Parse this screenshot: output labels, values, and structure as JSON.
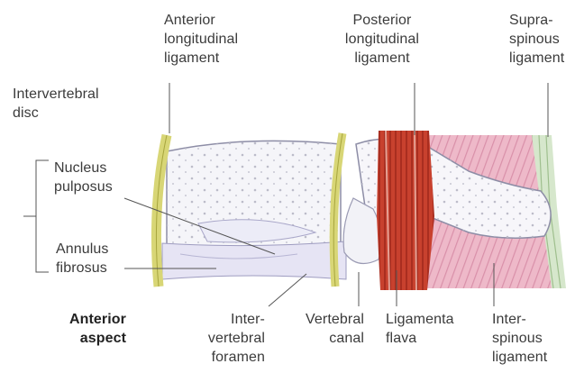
{
  "labels": {
    "anterior_longitudinal_ligament": "Anterior\nlongitudinal\nligament",
    "posterior_longitudinal_ligament": "Posterior\nlongitudinal\nligament",
    "supraspinous_ligament": "Supra-\nspinous\nligament",
    "intervertebral_disc": "Intervertebral\ndisc",
    "nucleus_pulposus": "Nucleus\npulposus",
    "annulus_fibrosus": "Annulus\nfibrosus",
    "anterior_aspect": "Anterior\naspect",
    "intervertebral_foramen": "Inter-\nvertebral\nforamen",
    "vertebral_canal": "Vertebral\ncanal",
    "ligamenta_flava": "Ligamenta\nflava",
    "interspinous_ligament": "Inter-\nspinous\nligament"
  },
  "colors": {
    "ligament_yellow": "#d9d77a",
    "ligament_red": "#c8412e",
    "interspinous_pink": "#e9b3c4",
    "supraspinous_green": "#cfe2c4",
    "bone_fill": "#f4f4f8",
    "disc_fill": "#e4e2f2",
    "leader_line": "#555555"
  }
}
